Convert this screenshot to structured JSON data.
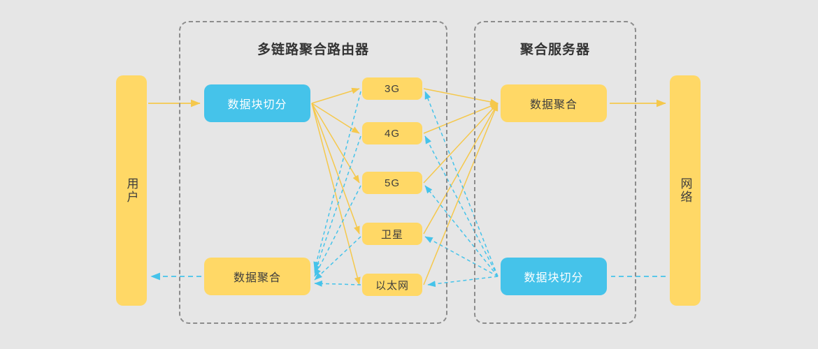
{
  "diagram": {
    "title_hidden": "",
    "background": "#e6e6e6",
    "colors": {
      "yellow": "#ffd866",
      "blue": "#45c3ea",
      "border_dashed": "#8c8c8c",
      "text_dark": "#3d3d3d",
      "flow_forward": "#f5c84c",
      "flow_return": "#45c3ea"
    }
  },
  "endpoints": {
    "user": {
      "label": "用户",
      "color": "#ffd866"
    },
    "network": {
      "label": "网络",
      "color": "#ffd866"
    }
  },
  "zones": [
    {
      "id": "router",
      "title": "多链路聚合路由器"
    },
    {
      "id": "server",
      "title": "聚合服务器"
    }
  ],
  "router": {
    "split_box": {
      "label": "数据块切分",
      "color": "#45c3ea",
      "text_color": "#ffffff"
    },
    "aggregate_box": {
      "label": "数据聚合",
      "color": "#ffd866",
      "text_color": "#3d3d3d"
    }
  },
  "server": {
    "aggregate_box": {
      "label": "数据聚合",
      "color": "#ffd866",
      "text_color": "#3d3d3d"
    },
    "split_box": {
      "label": "数据块切分",
      "color": "#45c3ea",
      "text_color": "#ffffff"
    }
  },
  "links": [
    {
      "label": "3G"
    },
    {
      "label": "4G"
    },
    {
      "label": "5G"
    },
    {
      "label": "卫星"
    },
    {
      "label": "以太网"
    }
  ],
  "flows": {
    "forward": {
      "name": "uplink-forward",
      "style": "solid",
      "color": "#f5c84c"
    },
    "return": {
      "name": "downlink-return",
      "style": "dashed",
      "color": "#45c3ea"
    }
  }
}
